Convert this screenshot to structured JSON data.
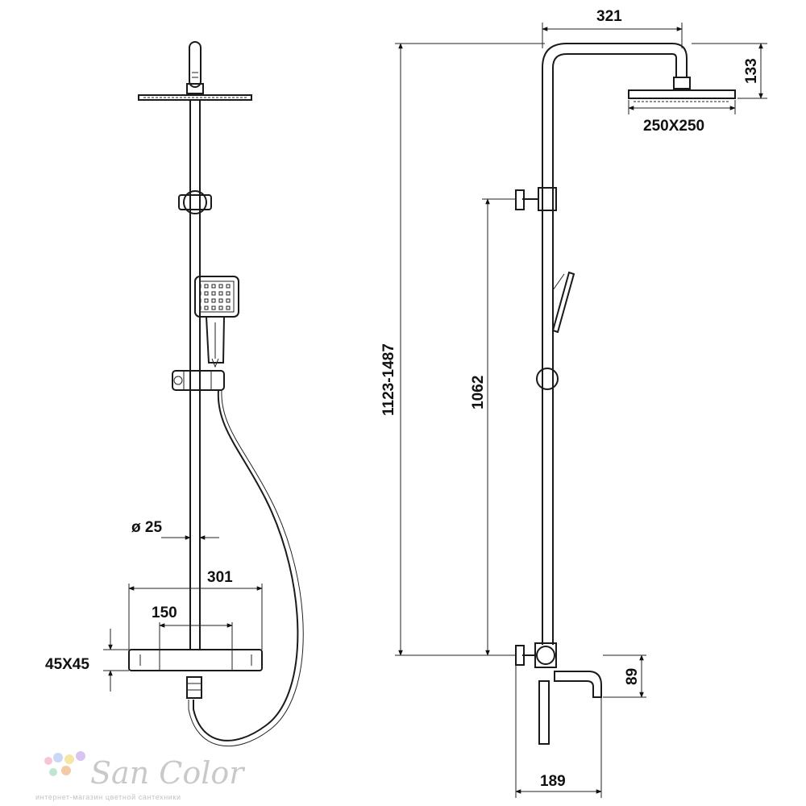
{
  "dimensions": {
    "diameter": "ø 25",
    "width_301": "301",
    "width_150": "150",
    "square": "45X45",
    "height_total": "1123-1487",
    "height_bar": "1062",
    "arm_length": "321",
    "head_drop": "133",
    "head_size": "250X250",
    "spout_height": "89",
    "spout_depth": "189"
  },
  "logo": {
    "name": "San Color",
    "tagline": "интернет-магазин цветной сантехники",
    "dot_colors": [
      "#f7c6d6",
      "#c9d8f5",
      "#f5e6a8",
      "#d7c4f0",
      "#bfe6cf",
      "#f4c9a7"
    ]
  }
}
